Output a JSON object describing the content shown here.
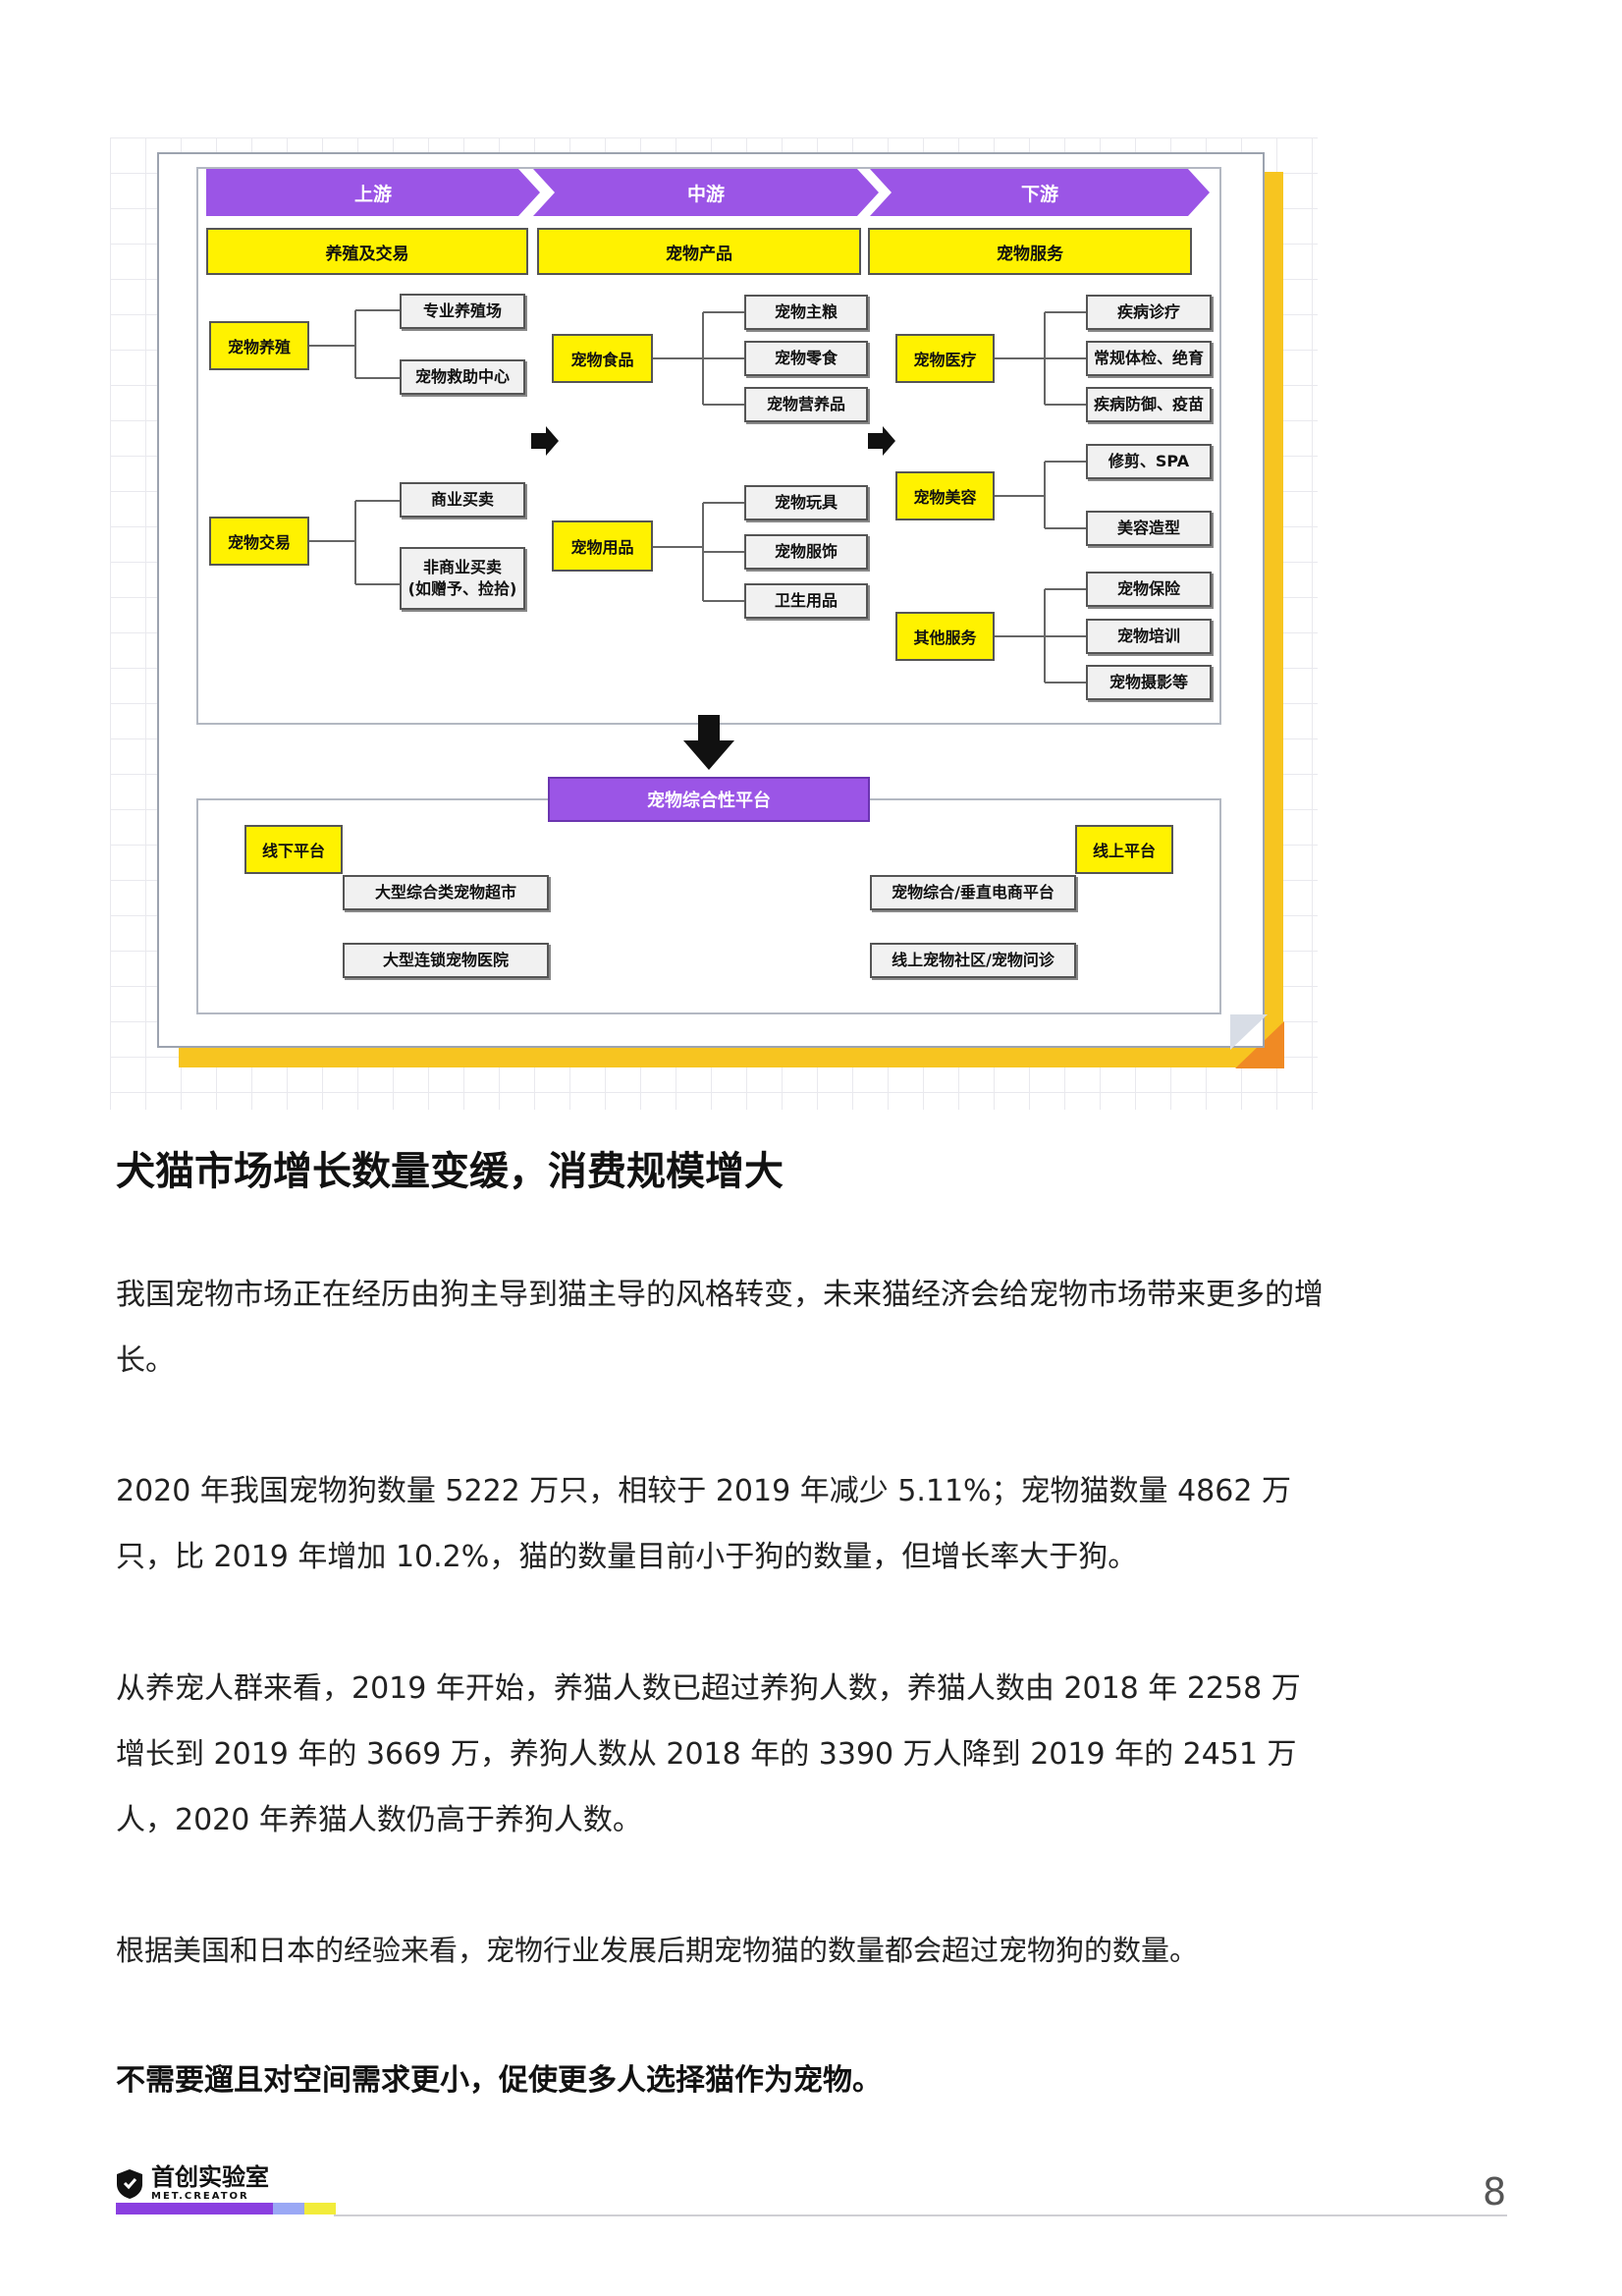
{
  "diagram": {
    "stages": [
      "上游",
      "中游",
      "下游"
    ],
    "categories": [
      "养殖及交易",
      "宠物产品",
      "宠物服务"
    ],
    "upstream": {
      "breeding": {
        "label": "宠物养殖",
        "items": [
          "专业养殖场",
          "宠物救助中心"
        ]
      },
      "trading": {
        "label": "宠物交易",
        "items": [
          "商业买卖",
          "非商业买卖",
          "(如赠予、捡拾)"
        ]
      }
    },
    "midstream": {
      "food": {
        "label": "宠物食品",
        "items": [
          "宠物主粮",
          "宠物零食",
          "宠物营养品"
        ]
      },
      "supplies": {
        "label": "宠物用品",
        "items": [
          "宠物玩具",
          "宠物服饰",
          "卫生用品"
        ]
      }
    },
    "downstream": {
      "medical": {
        "label": "宠物医疗",
        "items": [
          "疾病诊疗",
          "常规体检、绝育",
          "疾病防御、疫苗"
        ]
      },
      "beauty": {
        "label": "宠物美容",
        "items": [
          "修剪、SPA",
          "美容造型"
        ]
      },
      "other": {
        "label": "其他服务",
        "items": [
          "宠物保险",
          "宠物培训",
          "宠物摄影等"
        ]
      }
    },
    "platform": {
      "title": "宠物综合性平台",
      "offline_label": "线下平台",
      "online_label": "线上平台",
      "offline_items": [
        "大型综合类宠物超市",
        "大型连锁宠物医院"
      ],
      "online_items": [
        "宠物综合/垂直电商平台",
        "线上宠物社区/宠物问诊"
      ]
    }
  },
  "article": {
    "heading": "犬猫市场增长数量变缓，消费规模增大",
    "paragraphs": [
      "我国宠物市场正在经历由狗主导到猫主导的风格转变，未来猫经济会给宠物市场带来更多的增长。",
      "2020 年我国宠物狗数量 5222 万只，相较于 2019 年减少 5.11%；宠物猫数量 4862 万只，比 2019 年增加 10.2%，猫的数量目前小于狗的数量，但增长率大于狗。",
      "从养宠人群来看，2019 年开始，养猫人数已超过养狗人数，养猫人数由 2018 年 2258 万增长到 2019 年的 3669 万，养狗人数从 2018 年的 3390 万人降到 2019 年的 2451 万人，2020 年养猫人数仍高于养狗人数。",
      "根据美国和日本的经验来看，宠物行业发展后期宠物猫的数量都会超过宠物狗的数量。"
    ],
    "bold_paragraph": "不需要遛且对空间需求更小，促使更多人选择猫作为宠物。"
  },
  "footer": {
    "logo_cn": "首创实验室",
    "logo_en": "MET.CREATOR",
    "page_number": "8"
  },
  "colors": {
    "purple": "#9b55e6",
    "yellow": "#fff200",
    "card_shadow": "#f7c520",
    "corner_orange": "#f08a24"
  }
}
